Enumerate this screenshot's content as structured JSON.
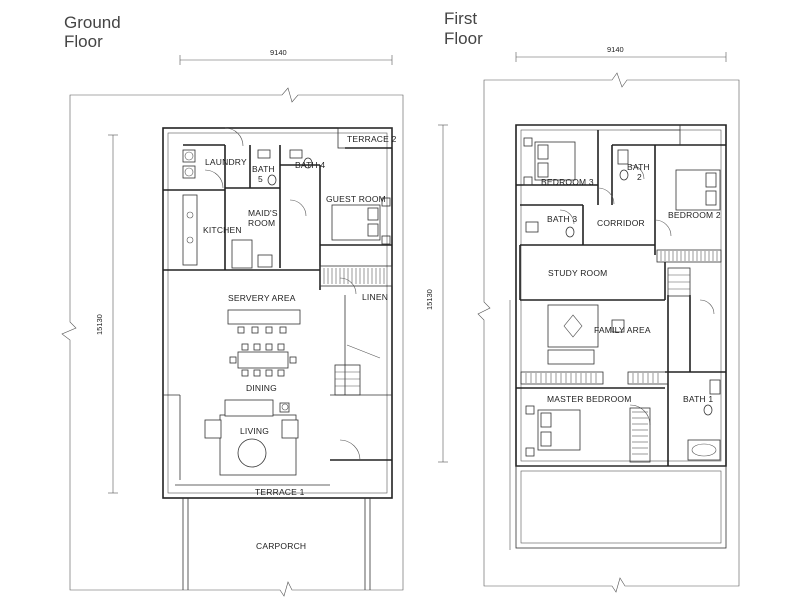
{
  "floors": [
    {
      "title_line1": "Ground",
      "title_line2": "Floor",
      "width_dim": "9140",
      "length_dim": "15130",
      "rooms": {
        "laundry": "LAUNDRY",
        "bath5_line1": "BATH",
        "bath5_line2": "5",
        "bath4": "BATH 4",
        "terrace2": "TERRACE 2",
        "guest_room": "GUEST ROOM",
        "kitchen": "KITCHEN",
        "maids_line1": "MAID'S",
        "maids_line2": "ROOM",
        "linen": "LINEN",
        "servery": "SERVERY AREA",
        "dining": "DINING",
        "living": "LIVING",
        "terrace1": "TERRACE 1",
        "carporch": "CARPORCH"
      }
    },
    {
      "title_line1": "First",
      "title_line2": "Floor",
      "width_dim": "9140",
      "length_dim": "15130",
      "rooms": {
        "bedroom3": "BEDROOM 3",
        "bath2_line1": "BATH",
        "bath2_line2": "2",
        "bedroom2": "BEDROOM 2",
        "bath3": "BATH 3",
        "corridor": "CORRIDOR",
        "study_room": "STUDY ROOM",
        "family_area": "FAMILY AREA",
        "master_bedroom": "MASTER BEDROOM",
        "bath1": "BATH 1"
      }
    }
  ]
}
